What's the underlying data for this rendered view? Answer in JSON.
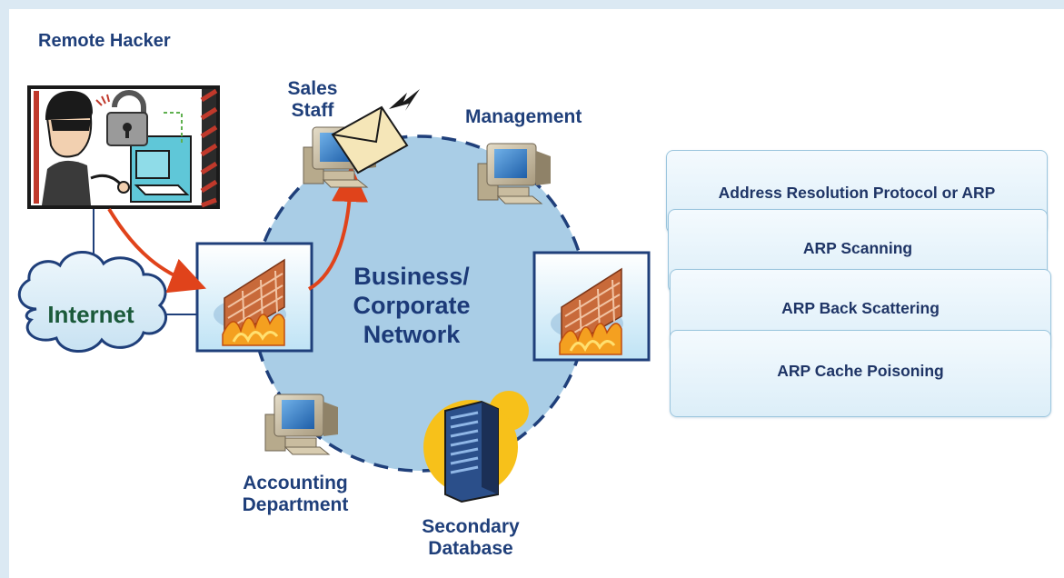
{
  "nodes": {
    "remote_hacker": "Remote Hacker",
    "sales_staff": [
      "Sales",
      "Staff"
    ],
    "management": "Management",
    "internet": "Internet",
    "network": [
      "Business/",
      "Corporate",
      "Network"
    ],
    "accounting": [
      "Accounting",
      "Department"
    ],
    "database": [
      "Secondary",
      "Database"
    ]
  },
  "attacks": [
    "Address Resolution Protocol or ARP",
    "ARP Scanning",
    "ARP Back Scattering",
    "ARP Cache Poisoning"
  ],
  "colors": {
    "network_fill": "#a9cde6",
    "ring": "#1f3f7a",
    "arrow": "#e0431b",
    "label": "#1f3f7a"
  }
}
